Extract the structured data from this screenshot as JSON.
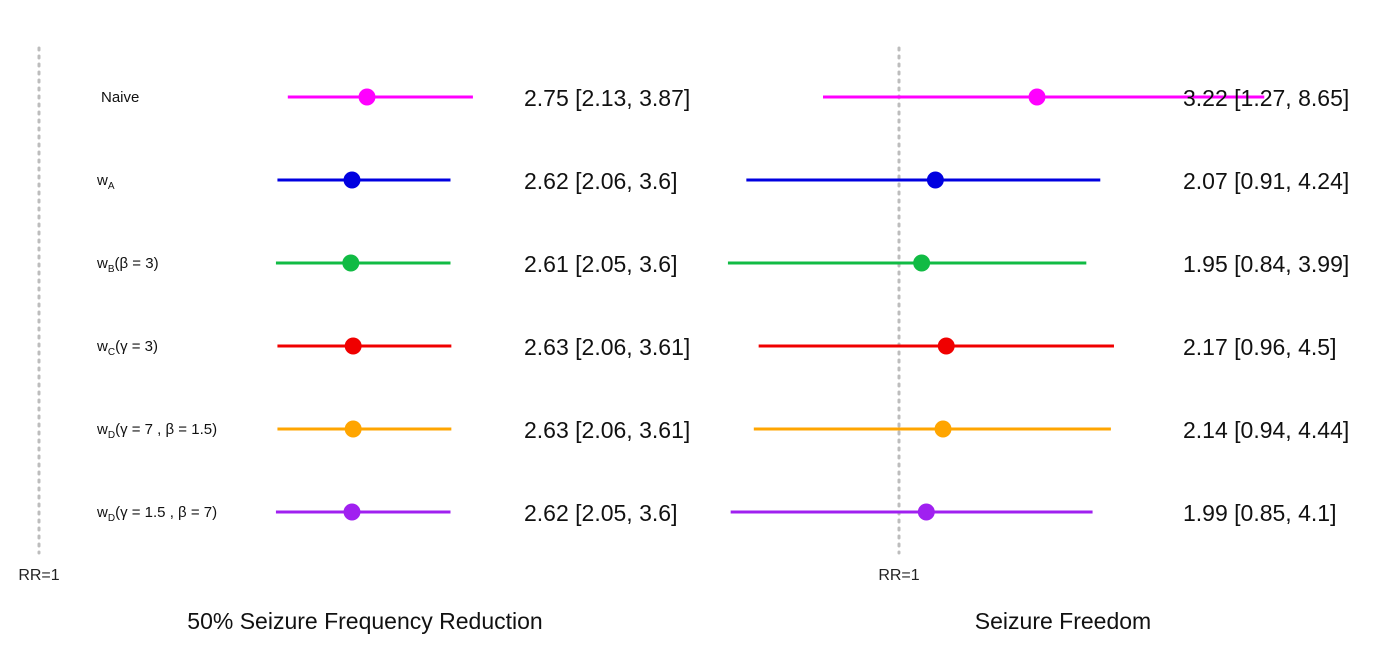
{
  "rows": [
    {
      "label": "Naive",
      "sub": "",
      "paren": "",
      "color": "#ff00ff"
    },
    {
      "label": "w",
      "sub": "A",
      "paren": "",
      "color": "#0000e0"
    },
    {
      "label": "w",
      "sub": "B",
      "paren": "(β = 3)",
      "color": "#11bb44"
    },
    {
      "label": "w",
      "sub": "C",
      "paren": "(γ = 3)",
      "color": "#f00000"
    },
    {
      "label": "w",
      "sub": "D",
      "paren": "(γ = 7 , β = 1.5)",
      "color": "#ffa500"
    },
    {
      "label": "w",
      "sub": "D",
      "paren": "(γ = 1.5 , β = 7)",
      "color": "#a020f0"
    }
  ],
  "chart_data": [
    {
      "type": "forest",
      "title": "50% Seizure Frequency Reduction",
      "reference_label": "RR=1",
      "reference_value": 1,
      "xlim": [
        1.0,
        4.1
      ],
      "estimates": [
        2.75,
        2.62,
        2.61,
        2.63,
        2.63,
        2.62
      ],
      "lower": [
        2.13,
        2.06,
        2.05,
        2.06,
        2.06,
        2.05
      ],
      "upper": [
        3.87,
        3.6,
        3.6,
        3.61,
        3.61,
        3.6
      ],
      "labels": [
        "2.75 [2.13, 3.87]",
        "2.62 [2.06, 3.6]",
        "2.61 [2.05, 3.6]",
        "2.63 [2.06, 3.61]",
        "2.63 [2.06, 3.61]",
        "2.62 [2.05, 3.6]"
      ]
    },
    {
      "type": "forest",
      "title": "Seizure Freedom",
      "reference_label": "RR=1",
      "reference_value": 1,
      "xlim": [
        0.8,
        9.2
      ],
      "estimates": [
        3.22,
        2.07,
        1.95,
        2.17,
        2.14,
        1.99
      ],
      "lower": [
        1.27,
        0.91,
        0.84,
        0.96,
        0.94,
        0.85
      ],
      "upper": [
        8.65,
        4.24,
        3.99,
        4.5,
        4.44,
        4.1
      ],
      "labels": [
        "3.22 [1.27, 8.65]",
        "2.07 [0.91, 4.24]",
        "1.95 [0.84, 3.99]",
        "2.17 [0.96, 4.5]",
        "2.14 [0.94, 4.44]",
        "1.99 [0.85, 4.1]"
      ]
    }
  ]
}
